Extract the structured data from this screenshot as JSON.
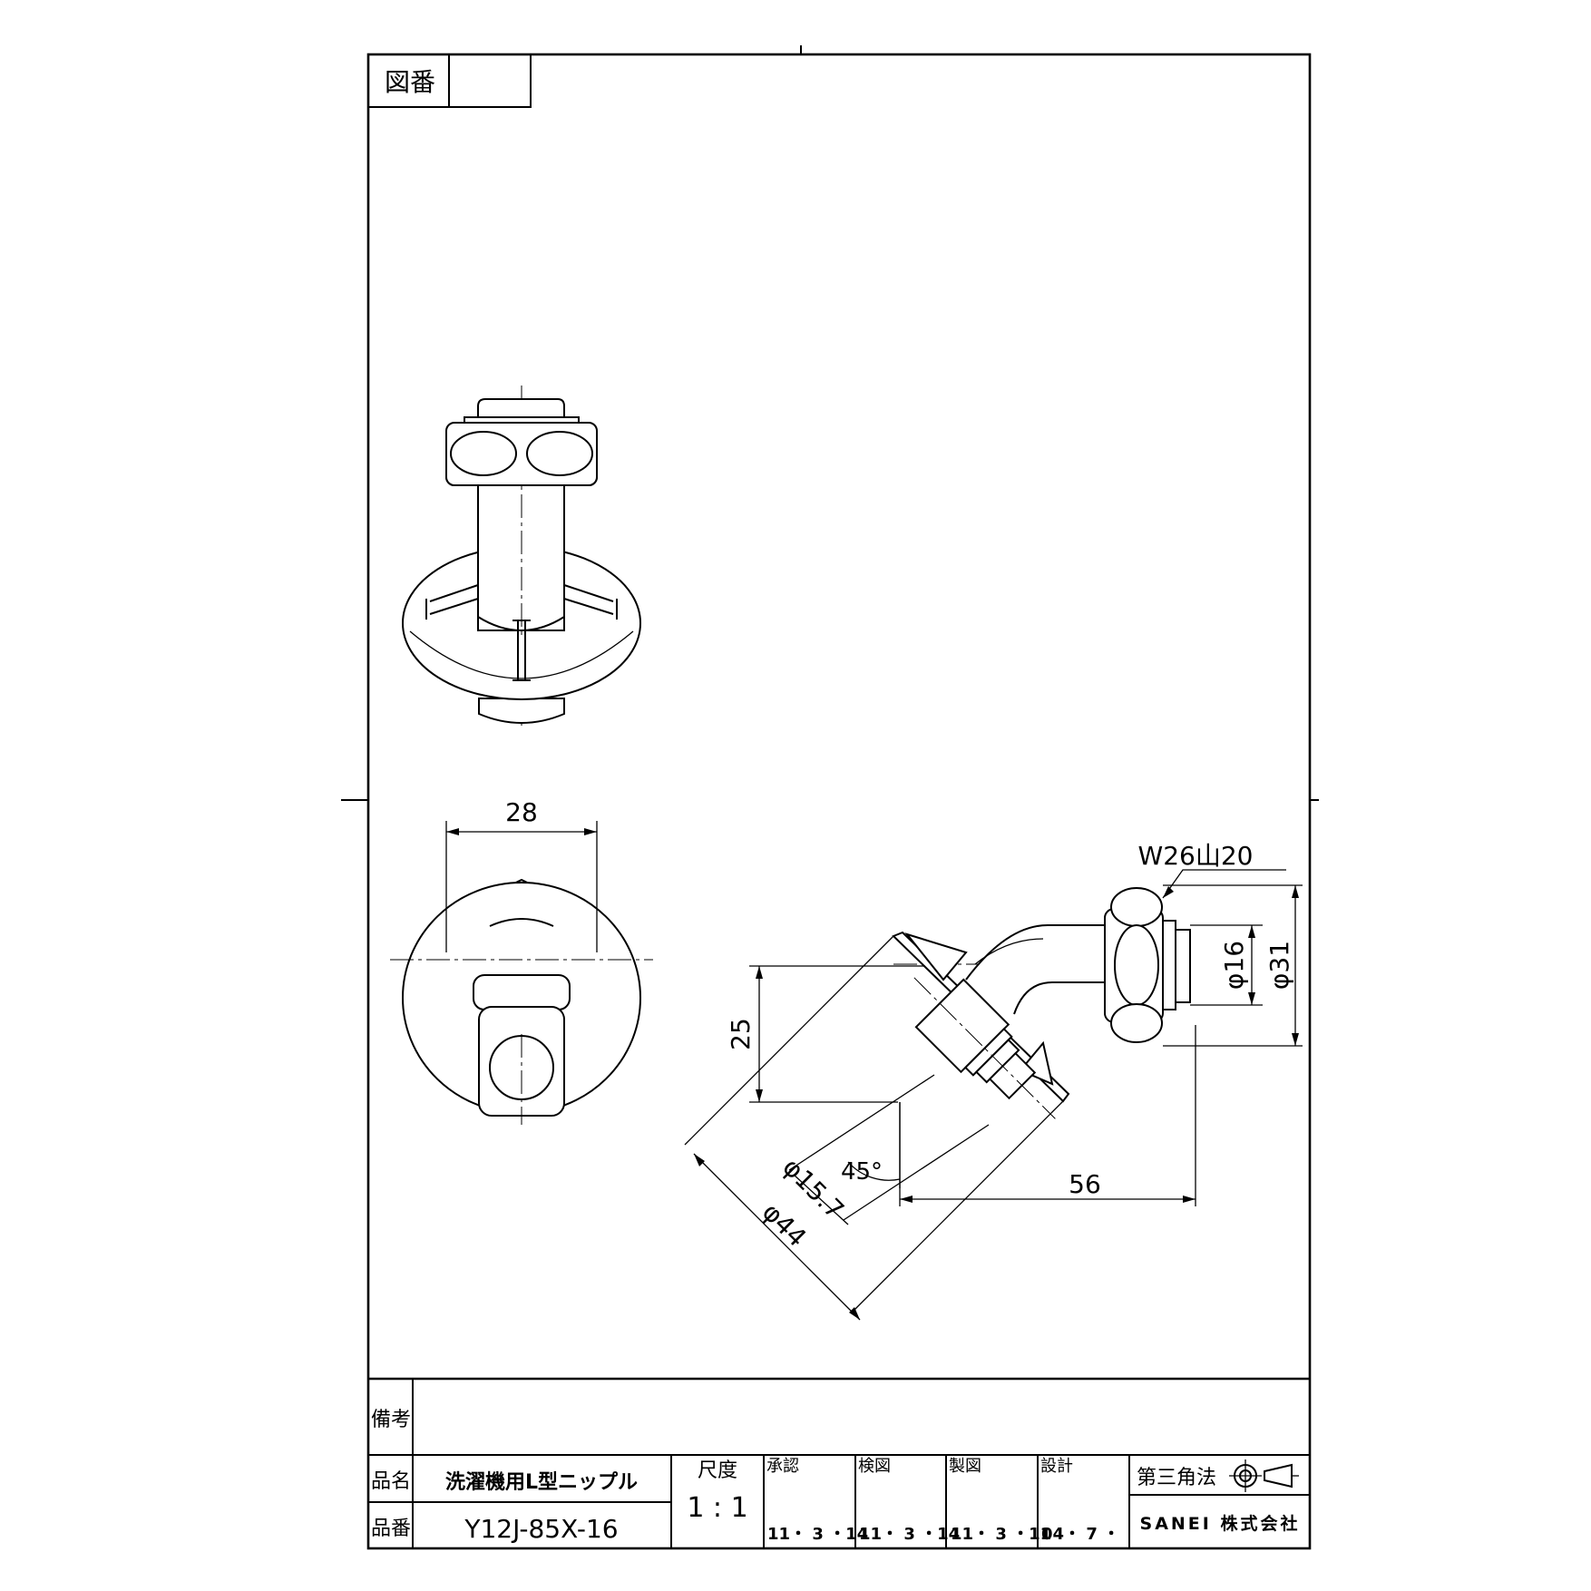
{
  "drawing_number": {
    "label": "図番",
    "value": ""
  },
  "remarks": {
    "label": "備考",
    "value": ""
  },
  "title_block": {
    "name_label": "品名",
    "name": "洗濯機用L型ニップル",
    "number_label": "品番",
    "number": "Y12J-85X-16",
    "scale_label": "尺度",
    "scale": "1 : 1",
    "approved": {
      "label": "承認",
      "date": "11・ 3 ・14"
    },
    "checked": {
      "label": "検図",
      "date": "11・ 3 ・14"
    },
    "drawn": {
      "label": "製図",
      "date": "11・ 3 ・11"
    },
    "designed": {
      "label": "設計",
      "date": "04・ 7 ・"
    },
    "projection": "第三角法",
    "company": "SANEI 株式会社"
  },
  "dimensions": {
    "width_28": "28",
    "thread": "W26山20",
    "dia_16": "φ16",
    "dia_31": "φ31",
    "height_25": "25",
    "dia_15_7": "φ15.7",
    "angle_45": "45°",
    "dia_44": "φ44",
    "length_56": "56"
  }
}
